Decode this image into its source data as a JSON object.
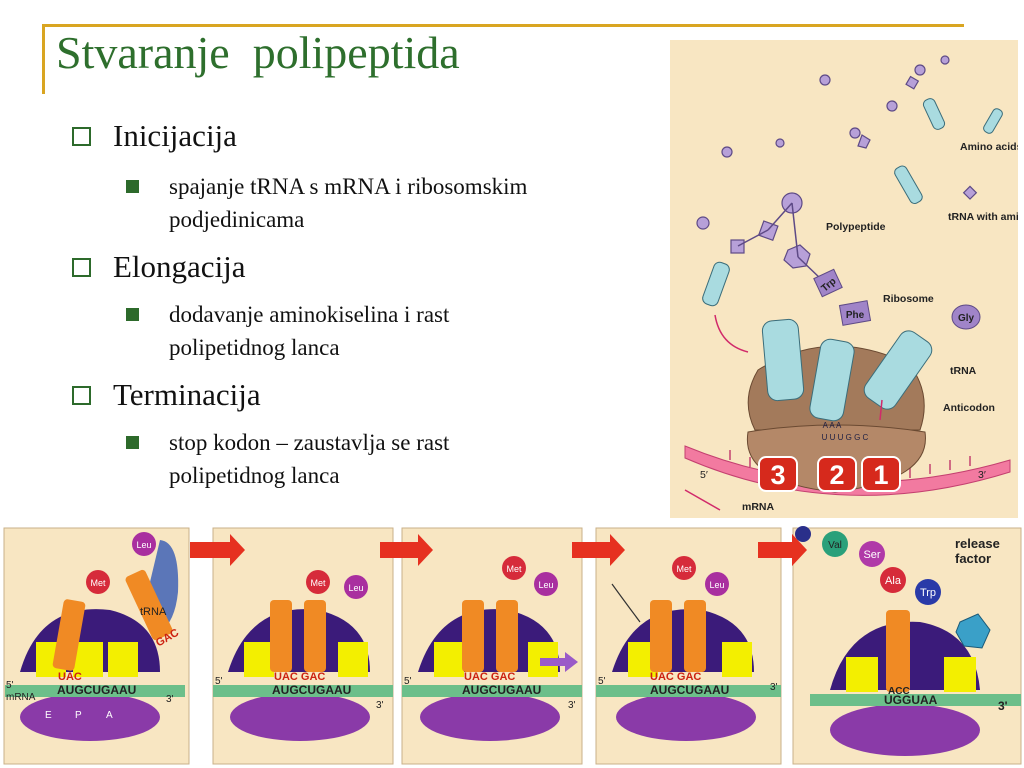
{
  "slide": {
    "title": "Stvaranje  polipeptida",
    "bullets": [
      {
        "heading": "Inicijacija",
        "detail": "spajanje tRNA s mRNA i ribosomskim podjedinicama"
      },
      {
        "heading": "Elongacija",
        "detail": "dodavanje aminokiselina i rast polipetidnog lanca"
      },
      {
        "heading": "Terminacija",
        "detail": "stop kodon – zaustavlja se rast polipetidnog lanca"
      }
    ]
  },
  "top_figure": {
    "labels": {
      "amino_acids": "Amino acids",
      "trna_with_aa": "tRNA with amino acid attached",
      "polypeptide": "Polypeptide",
      "ribosome": "Ribosome",
      "trna": "tRNA",
      "anticodon": "Anticodon",
      "mrna": "mRNA",
      "five_prime": "5′",
      "three_prime": "3′"
    },
    "amino_tags": {
      "trp": "Trp",
      "phe": "Phe",
      "gly": "Gly"
    },
    "sites": [
      "3",
      "2",
      "1"
    ],
    "anticodon_letters": "A A A",
    "codon_letters": "U U U G G C"
  },
  "bottom_strip": {
    "panel1": {
      "met": "Met",
      "leu": "Leu",
      "trna": "tRNA",
      "mrna": "mRNA",
      "anticodon1": "UAC",
      "anticodon2": "GAC",
      "codon_seq": "AUGCUGAAU",
      "five": "5'",
      "three": "3'",
      "sites": [
        "E",
        "P",
        "A"
      ]
    },
    "panel2": {
      "met": "Met",
      "leu": "Leu",
      "anticodon": "UAC GAC",
      "codon_seq": "AUGCUGAAU",
      "five": "5'",
      "three": "3'"
    },
    "panel3": {
      "met": "Met",
      "leu": "Leu",
      "anticodon": "UAC GAC",
      "codon_seq": "AUGCUGAAU",
      "five": "5'",
      "three": "3'"
    },
    "panel4": {
      "met": "Met",
      "leu": "Leu",
      "anticodon": "UAC GAC",
      "codon_seq": "AUGCUGAAU",
      "five": "5'",
      "three": "3'"
    },
    "panel5": {
      "val": "Val",
      "ser": "Ser",
      "ala": "Ala",
      "trp": "Trp",
      "release_factor": "release factor",
      "anticodon": "ACC",
      "codon_seq": "UGGUAA",
      "three": "3'"
    }
  },
  "colors": {
    "title": "#2e6f2d",
    "bullet": "#2d6a2b",
    "frame": "#d9a521",
    "panel_bg": "#f8e6c2",
    "ribosome": "#3b1b7a",
    "trna": "#f08a24"
  }
}
